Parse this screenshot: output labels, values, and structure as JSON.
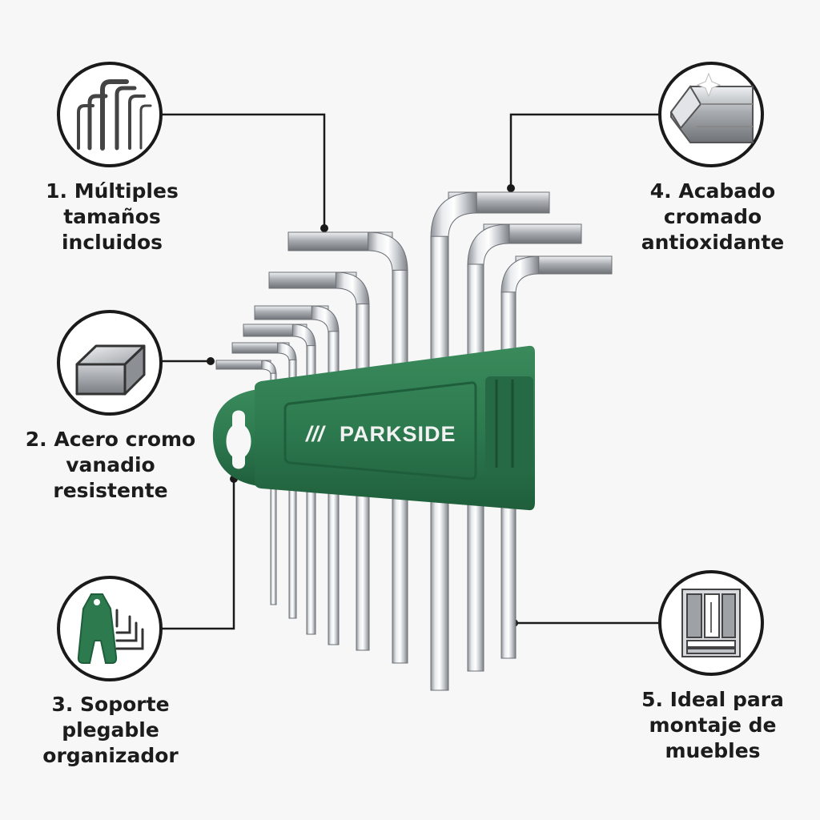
{
  "brand": {
    "name": "PARKSIDE",
    "mark": "///",
    "color": "#2d7a4f"
  },
  "features": [
    {
      "lines": [
        "1. Múltiples",
        "tamaños",
        "incluidos"
      ],
      "icon": "multiple-sizes-icon"
    },
    {
      "lines": [
        "2. Acero cromo",
        "vanadio",
        "resistente"
      ],
      "icon": "steel-bar-icon"
    },
    {
      "lines": [
        "3. Soporte",
        "plegable",
        "organizador"
      ],
      "icon": "folding-holder-icon"
    },
    {
      "lines": [
        "4. Acabado",
        "cromado",
        "antioxidante"
      ],
      "icon": "chrome-finish-icon"
    },
    {
      "lines": [
        "5. Ideal para",
        "montaje de",
        "muebles"
      ],
      "icon": "wardrobe-icon"
    }
  ],
  "colors": {
    "holder_green": "#2d7a4f",
    "chrome": "#c9ccd0",
    "callout_line": "#1a1a1a"
  }
}
